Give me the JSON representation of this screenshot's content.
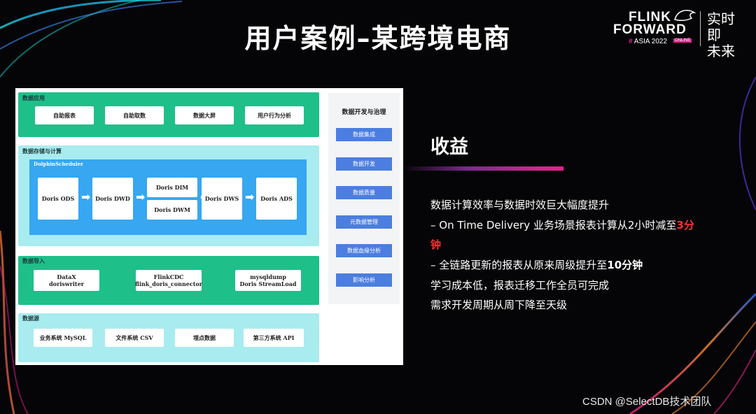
{
  "slide": {
    "title": "用户案例–某跨境电商"
  },
  "logo": {
    "line1": "FLINK",
    "line2": "FORWARD",
    "hash": "#",
    "event": "ASIA 2022",
    "badge": "ONLINE",
    "cn_top": "实时即",
    "cn_bottom": "未来"
  },
  "diagram": {
    "app_layer": {
      "label": "数据应用",
      "items": [
        "自助报表",
        "自助取数",
        "数据大屏",
        "用户行为分析"
      ]
    },
    "storage_layer": {
      "label": "数据存储与计算",
      "scheduler": "DolphinScheduler",
      "nodes": {
        "ods": "Doris ODS",
        "dwd": "Doris DWD",
        "dim": "Doris DIM",
        "dwm": "Doris DWM",
        "dws": "Doris DWS",
        "ads": "Doris ADS"
      }
    },
    "import_layer": {
      "label": "数据导入",
      "items": [
        {
          "l1": "DataX",
          "l2": "doriswriter"
        },
        {
          "l1": "FlinkCDC",
          "l2": "flink_doris_connector"
        },
        {
          "l1": "mysqldump",
          "l2": "Doris StreamLoad"
        }
      ]
    },
    "source_layer": {
      "label": "数据源",
      "items": [
        "业务系统 MySQL",
        "文件系统 CSV",
        "埋点数据",
        "第三方系统 API"
      ]
    },
    "governance": {
      "title": "数据开发与治理",
      "items": [
        "数据集成",
        "数据开发",
        "数据质量",
        "元数据管理",
        "数据血缘分析",
        "影响分析"
      ]
    }
  },
  "benefits": {
    "title": "收益",
    "line1": "数据计算效率与数据时效巨大幅度提升",
    "line2_prefix": " – On Time Delivery 业务场景报表计算从2小时减至",
    "line2_red": "3分",
    "line3_red": "钟",
    "line4_prefix": " –   全链路更新的报表从原来周级提升至",
    "line4_bold": "10分钟",
    "line5": "学习成本低，报表迁移工作全员可完成",
    "line6": "需求开发周期从周下降至天级"
  },
  "watermark": "CSDN @SelectDB技术团队",
  "colors": {
    "app_layer": "#1fbf8a",
    "storage_layer": "#a8ecef",
    "scheduler": "#36a7f0",
    "governance_button": "#4b7ee0",
    "accent": "#e4208c",
    "highlight_red": "#ff3030"
  }
}
